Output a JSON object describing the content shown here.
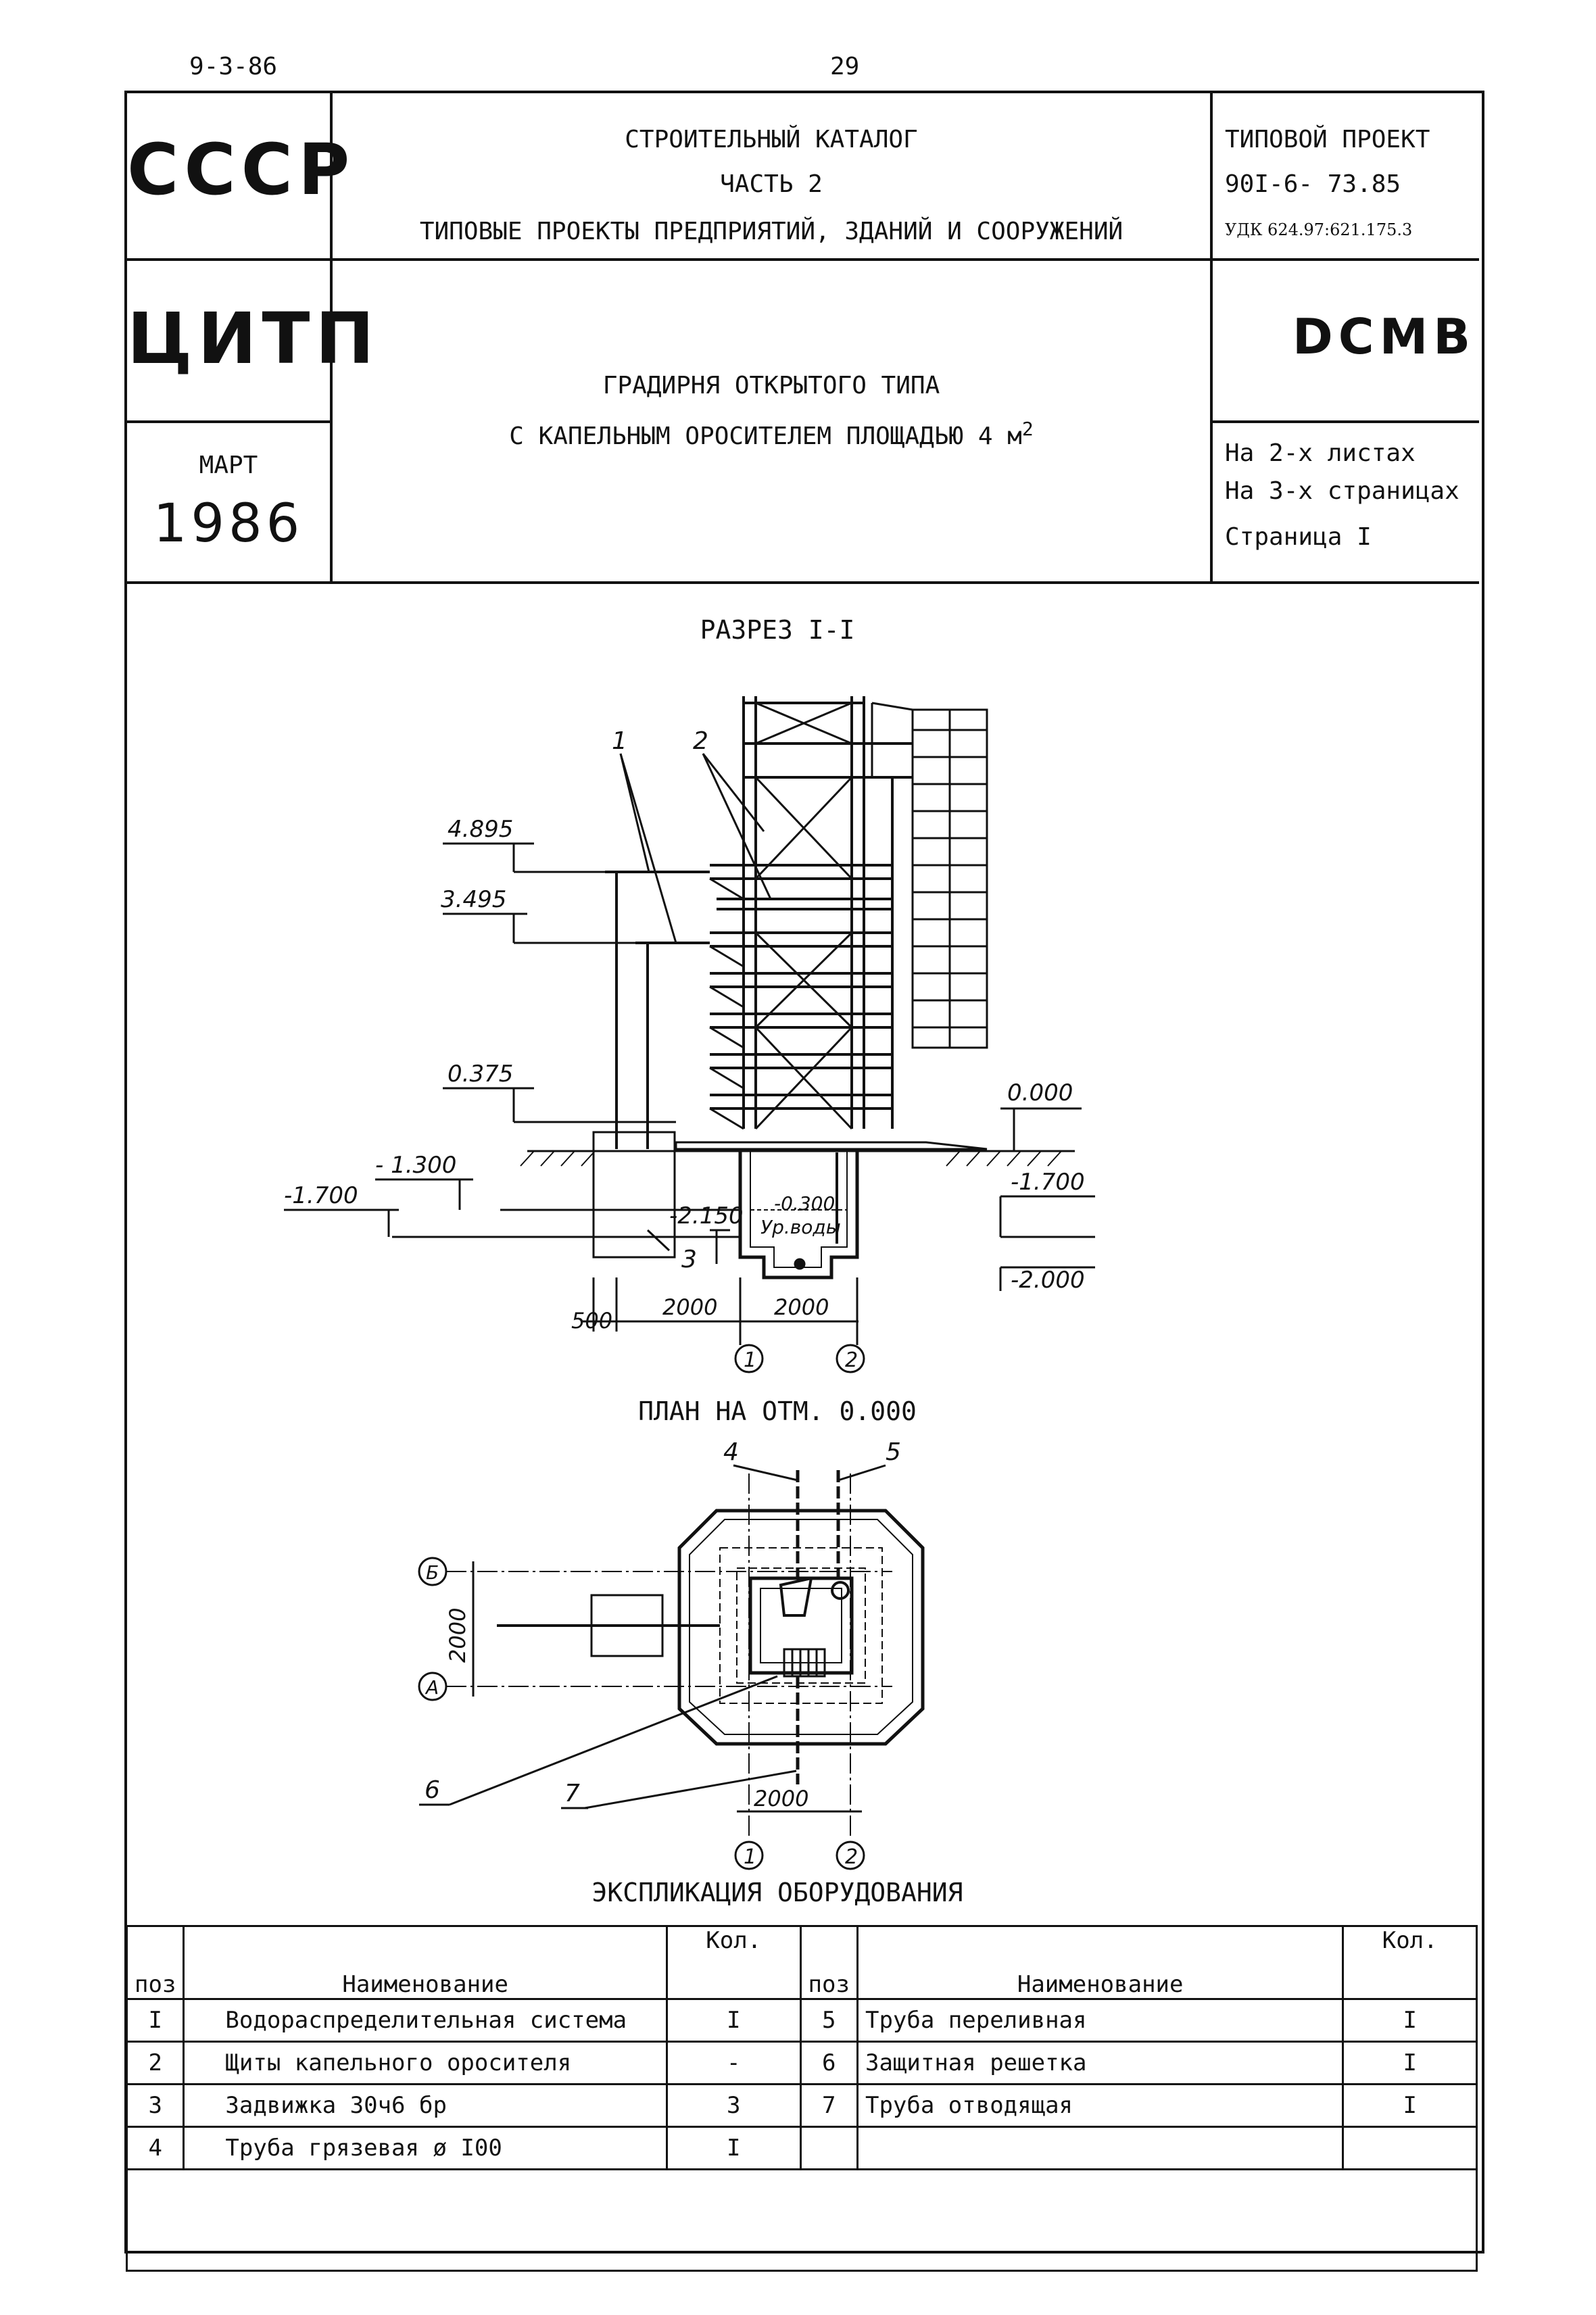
{
  "page": {
    "corner_code": "9-3-86",
    "page_number": "29"
  },
  "header": {
    "org_top": "СССР",
    "org_mid": "ЦИТП",
    "month": "МАРТ",
    "year": "1986",
    "catalog_line1": "СТРОИТЕЛЬНЫЙ КАТАЛОГ",
    "catalog_line2": "ЧАСТЬ 2",
    "catalog_line3": "ТИПОВЫЕ ПРОЕКТЫ ПРЕДПРИЯТИЙ, ЗДАНИЙ И СООРУЖЕНИЙ",
    "project_label": "ТИПОВОЙ ПРОЕКТ",
    "project_number": "90I-6- 73.85",
    "udk": "УДК 624.97:621.175.3",
    "series_code": "DCMB",
    "title_line1": "ГРАДИРНЯ ОТКРЫТОГО ТИПА",
    "title_line2": "С КАПЕЛЬНЫМ ОРОСИТЕЛЕМ ПЛОЩАДЬЮ 4 м",
    "title_sup": "2",
    "sheets": "На 2-х листах",
    "pages": "На 3-х страницах",
    "page_label": "Страница I"
  },
  "drawing": {
    "section_title": "РАЗРЕЗ I-I",
    "plan_title": "ПЛАН НА ОТМ. 0.000",
    "elevations": {
      "e4895": "4.895",
      "e3495": "3.495",
      "e0375": "0.375",
      "e0000": "0.000",
      "em1300": "- 1.300",
      "em1700_left": "-1.700",
      "em2150": "-2.150",
      "em1700_right": "-1.700",
      "em2000": "-2.000",
      "em0300": "-0.300",
      "water_level": "Ур.воды"
    },
    "dimensions": {
      "d500": "500",
      "d2000_a": "2000",
      "d2000_b": "2000",
      "d2000_plan_h": "2000",
      "d2000_plan_v": "2000"
    },
    "axes": {
      "ax1": "1",
      "ax2": "2",
      "axB": "Б",
      "axA": "А"
    },
    "callouts": {
      "c1": "1",
      "c2": "2",
      "c3": "3",
      "c4": "4",
      "c5": "5",
      "c6": "6",
      "c7": "7"
    }
  },
  "explication": {
    "title": "ЭКСПЛИКАЦИЯ ОБОРУДОВАНИЯ",
    "headers": {
      "pos": "поз",
      "name": "Наименование",
      "qty": "Кол.",
      "qty2": "Кол."
    },
    "left_rows": [
      {
        "pos": "I",
        "name": "Водораспределительная система",
        "qty": "I"
      },
      {
        "pos": "2",
        "name": "Щиты капельного оросителя",
        "qty": "-"
      },
      {
        "pos": "3",
        "name": "Задвижка 30ч6 бр",
        "qty": "3"
      },
      {
        "pos": "4",
        "name": "Труба грязевая ø I00",
        "qty": "I"
      }
    ],
    "right_rows": [
      {
        "pos": "5",
        "name": "Труба переливная",
        "qty": "I"
      },
      {
        "pos": "6",
        "name": "Защитная решетка",
        "qty": "I"
      },
      {
        "pos": "7",
        "name": "Труба отводящая",
        "qty": "I"
      }
    ]
  }
}
